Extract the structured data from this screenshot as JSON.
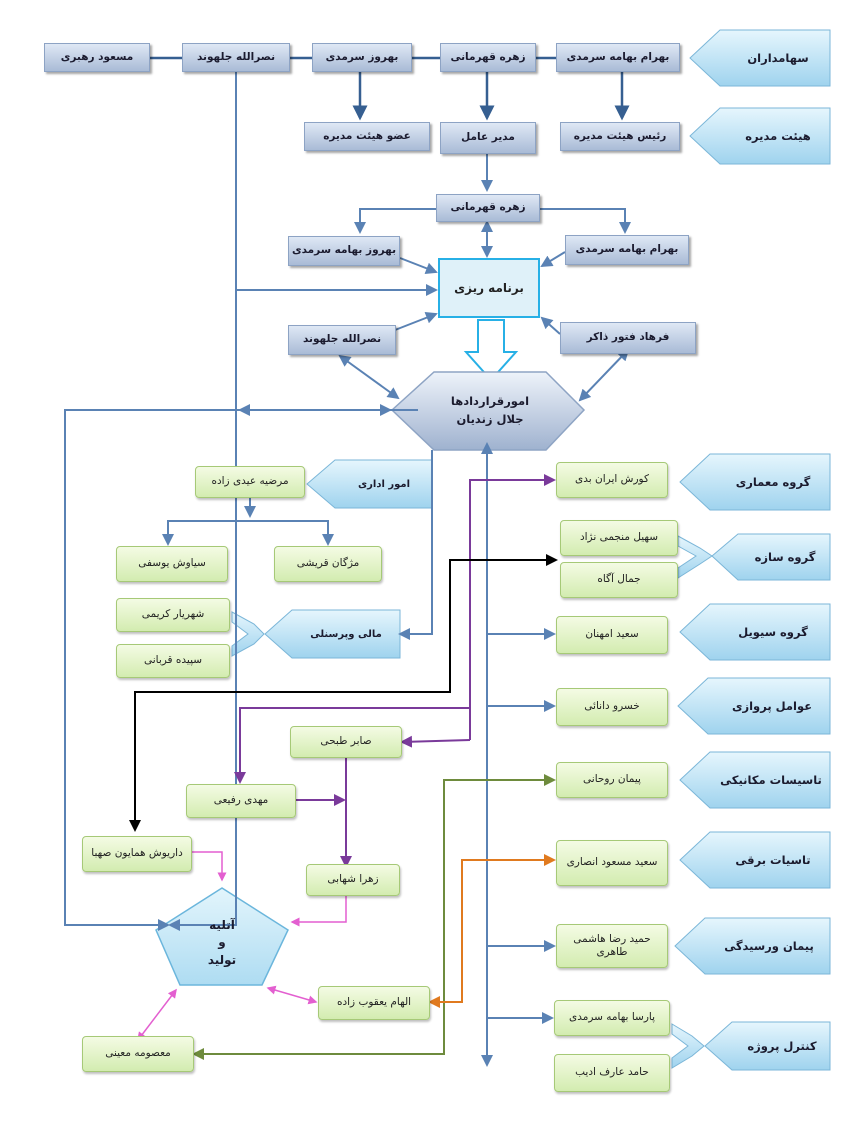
{
  "colors": {
    "blue_line": "#5a82b4",
    "dark_line": "#365f91",
    "purple": "#7a3a9a",
    "black": "#000000",
    "pink": "#e35fd0",
    "olive": "#6e8b3d",
    "orange": "#e07a1f",
    "cyan": "#27b0e6"
  },
  "arrow_labels": {
    "shareholders": "سهامداران",
    "board": "هیئت مدیره",
    "architecture": "گروه معماری",
    "structure": "گروه سازه",
    "civil": "گروه سیویل",
    "airport": "عوامل پروازی",
    "mechanical": "تاسیسات مکانیکی",
    "electrical": "تاسیات برقی",
    "surveying": "پیمان ورسیدگی",
    "control": "کنترل پروژه",
    "admin": "امور اداری",
    "finance": "مالی وپرسنلی"
  },
  "blue_boxes": {
    "bahram1": "بهرام بهامه سرمدی",
    "zohreh1": "زهره قهرمانی",
    "behrouz1": "بهروز سرمدی",
    "nasrollah1": "نصرالله جلهوند",
    "masoud": "مسعود رهبری",
    "chairman": "رئیس هیئت مدیره",
    "ceo": "مدیر عامل",
    "member": "عضو هیئت مدیره",
    "zohreh2": "زهره قهرمانی",
    "bahram2": "بهرام بهامه سرمدی",
    "behrouz2": "بهروز بهامه سرمدی",
    "nasrollah2": "نصرالله جلهوند",
    "farhad": "فرهاد فتور ذاکر"
  },
  "planning": "برنامه ریزی",
  "contracts": {
    "line1": "امورقراردادها",
    "line2": "جلال زندیان"
  },
  "workshop": {
    "line1": "آتلیه",
    "line2": "و",
    "line3": "تولید"
  },
  "green_boxes": {
    "marzieh": "مرضیه عیدی زاده",
    "siavash": "سیاوش یوسفی",
    "mojgan": "مژگان قریشی",
    "shahryar": "شهریار کریمی",
    "sepideh": "سپیده قربانی",
    "kourosh": "کورش ایران بدی",
    "soheil": "سهیل منجمی نژاد",
    "jamal": "جمال آگاه",
    "saeed_em": "سعید امهنان",
    "khosrow": "خسرو دانائی",
    "peyman": "پیمان روحانی",
    "saeed_ma": "سعید مسعود انصاری",
    "hamidreza": "حمید رضا هاشمی طاهری",
    "parsa": "پارسا بهامه سرمدی",
    "hamed": "حامد عارف ادیب",
    "saber": "صابر طبحی",
    "mehdi": "مهدی رفیعی",
    "zahra": "زهرا شهابی",
    "dariush": "داریوش همایون صهبا",
    "elham": "الهام یعقوب زاده",
    "masoumeh": "معصومه معینی"
  }
}
